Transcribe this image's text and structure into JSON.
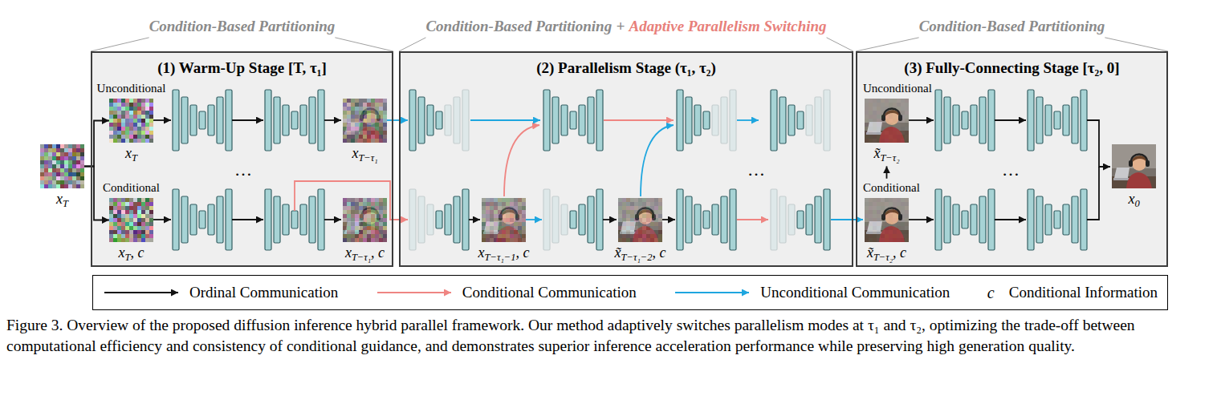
{
  "diagram": {
    "caption": "Figure 3. Overview of the proposed diffusion inference hybrid parallel framework. Our method adaptively switches parallelism modes at τ₁ and τ₂, optimizing the trade-off between computational efficiency and consistency of conditional guidance, and demonstrates superior inference acceleration performance while preserving high generation quality.",
    "nodes": [
      {
        "text": [
          "x",
          "T"
        ]
      },
      {
        "text": [
          "Condition-Based Partitioning",
          "(1) Warm-Up Stage [T, τ₁]"
        ]
      },
      {
        "text": [
          "Unconditional",
          "x",
          "T"
        ],
        "in": 1
      },
      {
        "text": [
          "x",
          "T−τ₁"
        ],
        "in": 1
      },
      {
        "text": [
          "Conditional",
          "x",
          "T",
          ", c"
        ],
        "in": 1
      },
      {
        "text": [
          "x",
          "T−τ₁",
          ", c"
        ],
        "in": 1
      },
      {
        "text": [
          "Condition-Based Partitioning",
          "+",
          "Adaptive Parallelism Switching",
          "(2) Parallelism Stage (τ₁, τ₂)"
        ]
      },
      {
        "text": [
          "x",
          "T−τ₁−1",
          ", c"
        ],
        "in": 6
      },
      {
        "text": [
          "x̃",
          "T−τ₁−2",
          ", c"
        ],
        "in": 6
      },
      {
        "text": [
          "Condition-Based Partitioning",
          "(3) Fully-Connecting Stage [τ₂, 0]"
        ]
      },
      {
        "text": [
          "Unconditional",
          "x̃",
          "T−τ₂"
        ],
        "in": 9
      },
      {
        "text": [
          "Conditional",
          "x̃",
          "T−τ₂",
          ", c"
        ],
        "in": 9
      },
      {
        "text": [
          "x",
          "0"
        ],
        "in": 9
      }
    ],
    "edges": [
      {
        "from": 0,
        "to": 2,
        "arrow": "to"
      },
      {
        "from": 0,
        "to": 4,
        "arrow": "to"
      },
      {
        "from": 11,
        "to": 10,
        "arrow": "to"
      }
    ],
    "labels": [
      "…",
      "…",
      "…",
      "c"
    ],
    "legend": [
      {
        "text": "Ordinal Communication"
      },
      {
        "text": "Conditional Communication"
      },
      {
        "text": "Unconditional Communication"
      },
      {
        "text": "Conditional Information"
      }
    ]
  }
}
